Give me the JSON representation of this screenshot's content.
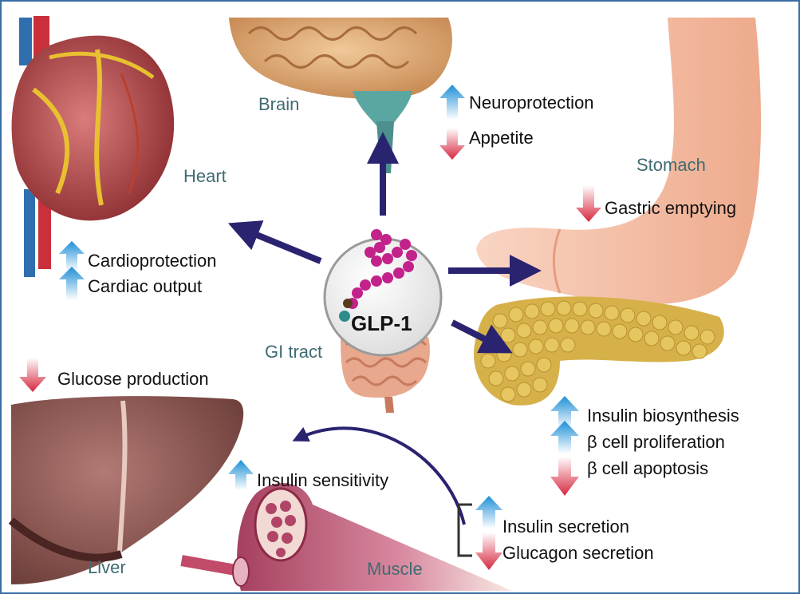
{
  "center": {
    "label": "GLP-1"
  },
  "organs": {
    "brain": "Brain",
    "heart": "Heart",
    "stomach": "Stomach",
    "gi_tract": "GI tract",
    "liver": "Liver",
    "muscle": "Muscle"
  },
  "effects": {
    "neuroprotection": "Neuroprotection",
    "appetite": "Appetite",
    "gastric_emptying": "Gastric emptying",
    "cardioprotection": "Cardioprotection",
    "cardiac_output": "Cardiac output",
    "glucose_production": "Glucose production",
    "insulin_sensitivity": "Insulin sensitivity",
    "insulin_biosynthesis": "Insulin biosynthesis",
    "beta_proliferation": "β cell proliferation",
    "beta_apoptosis": "β cell apoptosis",
    "insulin_secretion": "Insulin secretion",
    "glucagon_secretion": "Glucagon secretion"
  },
  "colors": {
    "up_arrow": "#1e8fd6",
    "down_arrow": "#d6283e",
    "pointer_arrow": "#2a2370",
    "glp_chain": "#c2228a"
  }
}
